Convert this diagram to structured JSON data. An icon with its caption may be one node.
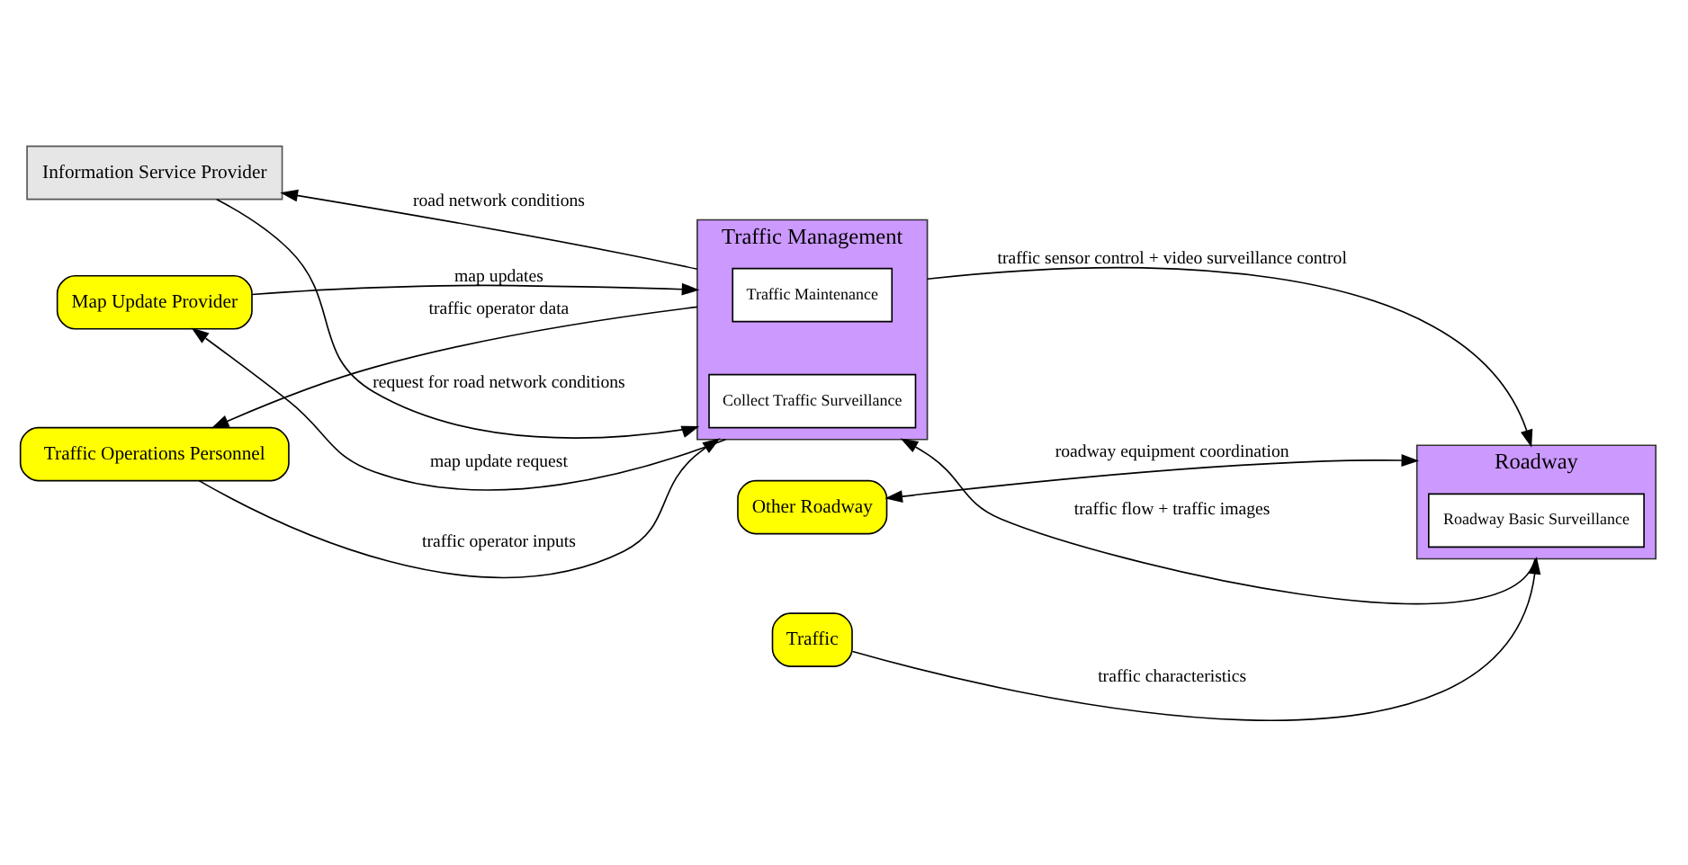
{
  "diagram": {
    "nodes": [
      {
        "text": [
          "Information Service Provider"
        ]
      },
      {
        "text": [
          "Traffic Management"
        ]
      },
      {
        "text": [
          "Collect Traffic Surveillance"
        ],
        "in": 1
      },
      {
        "text": [
          "Traffic Maintenance"
        ],
        "in": 1
      },
      {
        "text": [
          "Traffic Operations Personnel"
        ]
      },
      {
        "text": [
          "Map Update Provider"
        ]
      },
      {
        "text": [
          "Other Roadway"
        ]
      },
      {
        "text": [
          "Roadway"
        ]
      },
      {
        "text": [
          "Roadway Basic Surveillance"
        ],
        "in": 7
      },
      {
        "text": [
          "Traffic"
        ]
      }
    ],
    "edges": [
      {
        "from": 0,
        "to": 1,
        "arrow": "to",
        "label": "request for road network conditions"
      },
      {
        "from": 1,
        "to": 0,
        "arrow": "to",
        "label": "road network conditions"
      },
      {
        "from": 4,
        "to": 1,
        "arrow": "to",
        "label": "traffic operator inputs"
      },
      {
        "from": 1,
        "to": 4,
        "arrow": "to",
        "label": "traffic operator data"
      },
      {
        "from": 1,
        "to": 5,
        "arrow": "to",
        "label": "map update request"
      },
      {
        "from": 5,
        "to": 1,
        "arrow": "to",
        "label": "map updates"
      },
      {
        "from": 6,
        "to": 7,
        "arrow": "both",
        "label": "roadway equipment coordination"
      },
      {
        "from": 7,
        "to": 1,
        "arrow": "to",
        "label": "traffic flow + traffic images"
      },
      {
        "from": 1,
        "to": 7,
        "arrow": "to",
        "label": "traffic sensor control + video surveillance control"
      },
      {
        "from": 9,
        "to": 7,
        "arrow": "to",
        "label": "traffic characteristics"
      }
    ]
  }
}
